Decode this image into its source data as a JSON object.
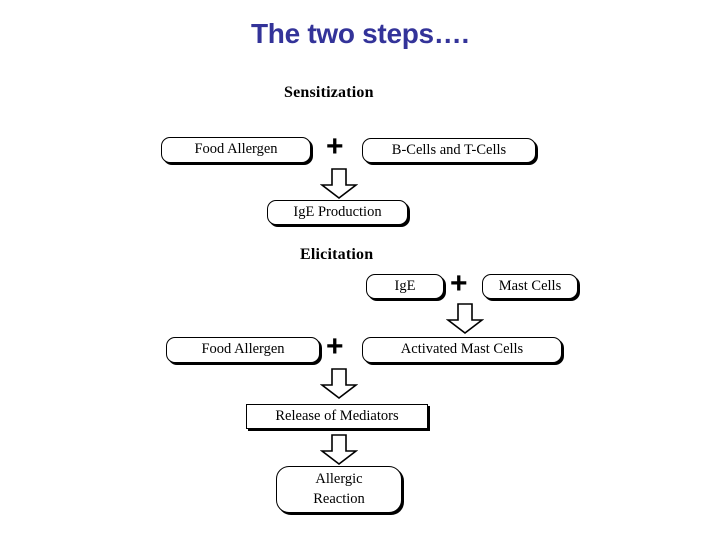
{
  "slide": {
    "title": "The two steps….",
    "title_color": "#333399",
    "background": "#ffffff",
    "ink_color": "#000000"
  },
  "sections": [
    {
      "id": "sensitization",
      "label": "Sensitization"
    },
    {
      "id": "elicitation",
      "label": "Elicitation"
    }
  ],
  "operators": [
    {
      "id": "plus-1",
      "symbol": "+"
    },
    {
      "id": "plus-2",
      "symbol": "+"
    },
    {
      "id": "plus-3",
      "symbol": "+"
    }
  ],
  "nodes": [
    {
      "id": "food-allergen-1",
      "label": "Food Allergen"
    },
    {
      "id": "b-cells-and-t-cells",
      "label": "B-Cells and T-Cells"
    },
    {
      "id": "ige-production",
      "label": "IgE Production"
    },
    {
      "id": "ige",
      "label": "IgE"
    },
    {
      "id": "mast-cells",
      "label": "Mast Cells"
    },
    {
      "id": "food-allergen-2",
      "label": "Food Allergen"
    },
    {
      "id": "activated-mast-cells",
      "label": "Activated Mast Cells"
    },
    {
      "id": "release-of-mediators",
      "label": "Release of Mediators"
    },
    {
      "id": "allergic-reaction-l1",
      "label": "Allergic"
    },
    {
      "id": "allergic-reaction-l2",
      "label": "Reaction"
    }
  ],
  "arrows": [
    {
      "id": "arrow-to-ige-production",
      "direction": "down"
    },
    {
      "id": "arrow-to-activated-mast-cells",
      "direction": "down"
    },
    {
      "id": "arrow-to-release-of-mediators",
      "direction": "down"
    },
    {
      "id": "arrow-to-allergic-reaction",
      "direction": "down"
    }
  ]
}
